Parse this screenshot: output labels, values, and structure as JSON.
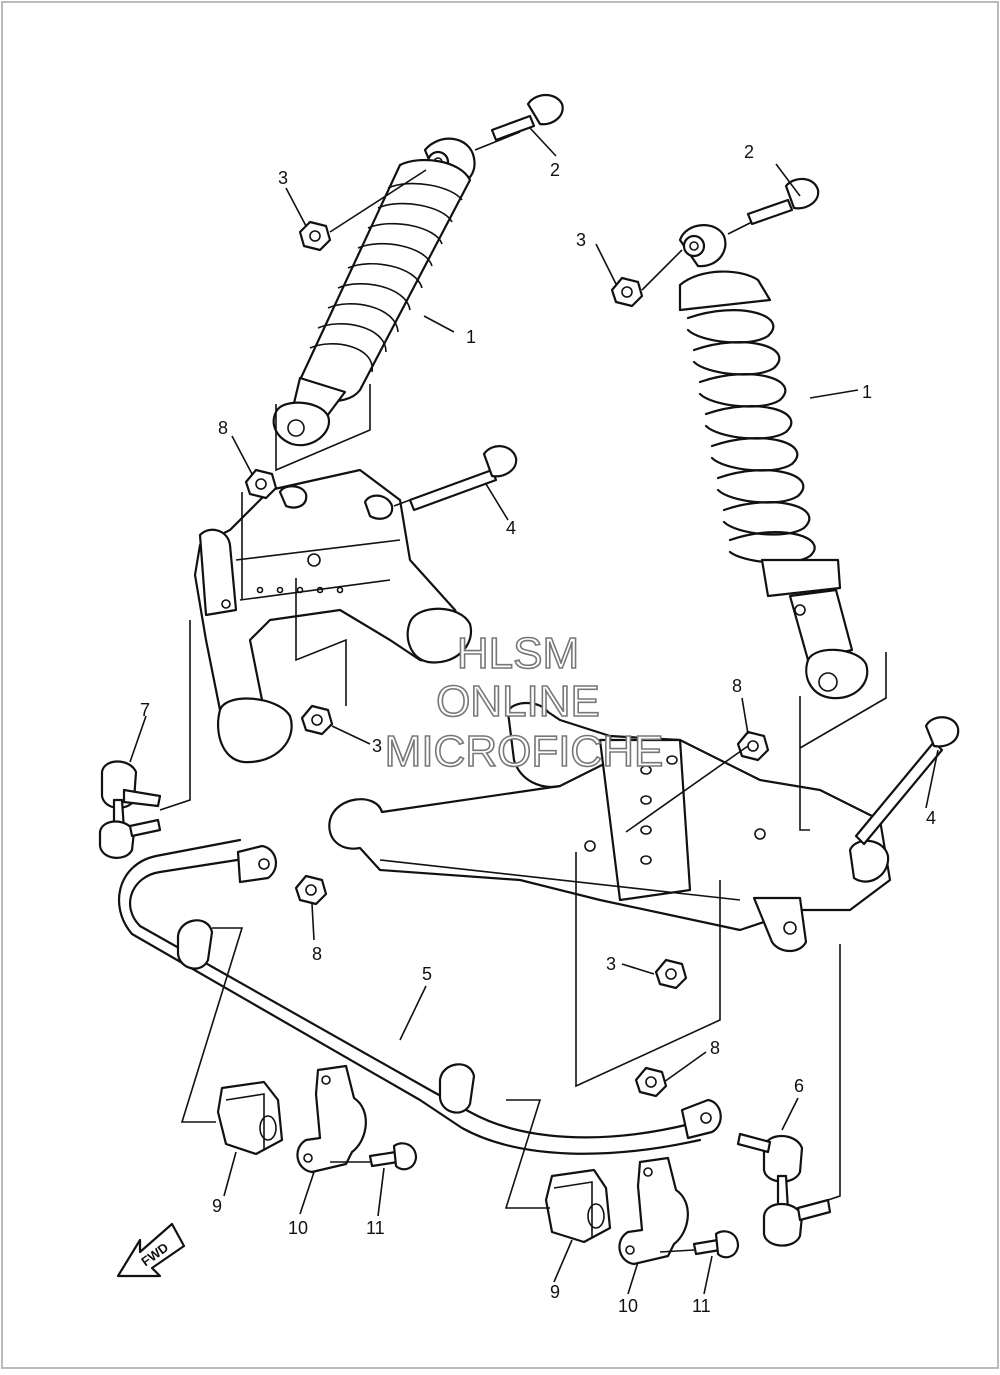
{
  "watermark": {
    "line1": "HLSM",
    "line2": "ONLINE",
    "line3": "MICROFICHE"
  },
  "fwd_label": "FWD",
  "callouts": {
    "c1a": "1",
    "c1b": "1",
    "c2a": "2",
    "c2b": "2",
    "c3a": "3",
    "c3b": "3",
    "c3c": "3",
    "c3d": "3",
    "c4a": "4",
    "c4b": "4",
    "c5": "5",
    "c6": "6",
    "c7": "7",
    "c8a": "8",
    "c8b": "8",
    "c8c": "8",
    "c8d": "8",
    "c9a": "9",
    "c9b": "9",
    "c10a": "10",
    "c10b": "10",
    "c11a": "11",
    "c11b": "11"
  }
}
